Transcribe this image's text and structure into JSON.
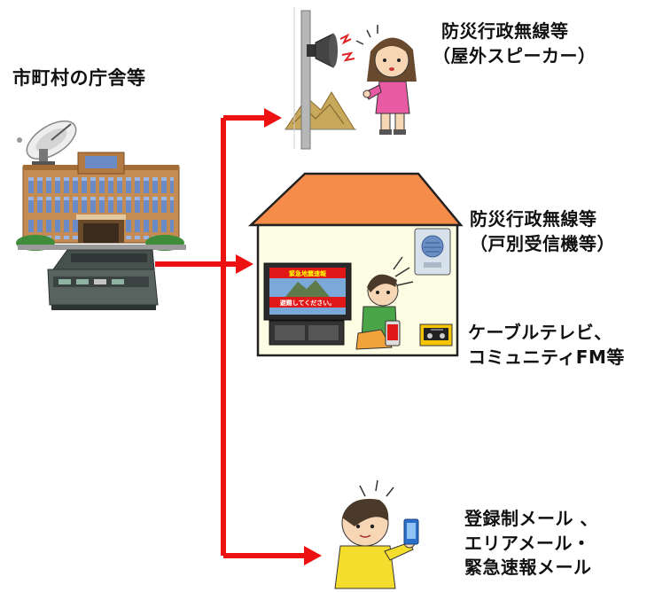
{
  "source": {
    "label": "市町村の庁舎等"
  },
  "branches": [
    {
      "lines": [
        "防災行政無線等",
        "（屋外スピーカー）"
      ]
    },
    {
      "lines": [
        "防災行政無線等",
        "（戸別受信機等）"
      ]
    },
    {
      "lines": [
        "ケーブルテレビ、",
        "コミュニティFM等"
      ]
    },
    {
      "lines": [
        "登録制メール 、",
        "エリアメール・",
        "緊急速報メール"
      ]
    }
  ],
  "tv_screen": {
    "line1": "緊急地震速報",
    "line2": "避難してください。"
  },
  "colors": {
    "arrow": "#ee1111",
    "roof": "#f58c4a",
    "house_wall": "#fdfde4",
    "tv_banner": "#e01818"
  }
}
